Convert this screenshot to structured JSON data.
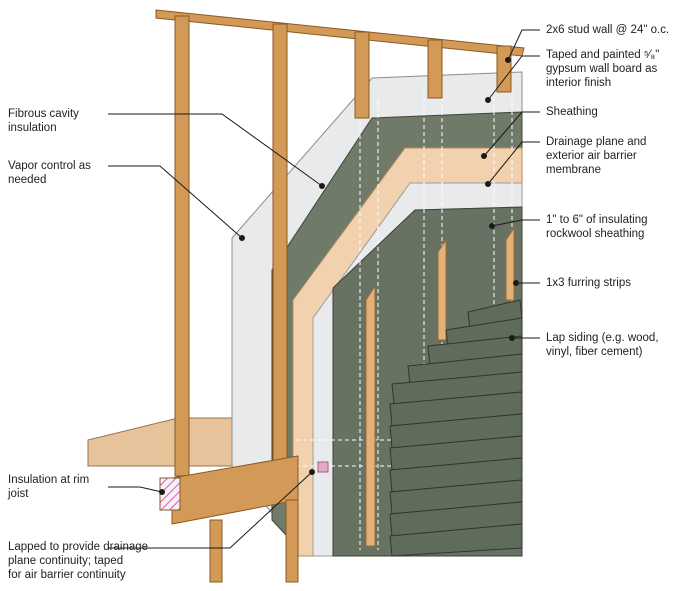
{
  "labels": {
    "stud_wall": "2x6 stud wall @ 24\" o.c.",
    "gypsum": "Taped and painted ⁵⁄₈\"\ngypsum wall board as\ninterior finish",
    "sheathing": "Sheathing",
    "drainage": "Drainage plane and\nexterior air barrier\nmembrane",
    "rockwool": "1\" to 6\" of insulating\nrockwool sheathing",
    "furring": "1x3 furring strips",
    "siding": "Lap siding (e.g. wood,\nvinyl, fiber cement)",
    "cavity": "Fibrous cavity\ninsulation",
    "vapor": "Vapor control as\nneeded",
    "rim": "Insulation at rim\njoist",
    "lapped": "Lapped to provide drainage\nplane continuity; taped\nfor air barrier continuity"
  },
  "colors": {
    "lumber": "#d39a57",
    "lumber_dark": "#a86b2a",
    "gypsum": "#e9eaec",
    "sheathing": "#6f7a68",
    "wrb": "#f2d2ae",
    "rockwool": "#677263",
    "siding": "#5f6c5b",
    "subfloor": "#e6c39b",
    "leader": "#1a1a1a"
  }
}
